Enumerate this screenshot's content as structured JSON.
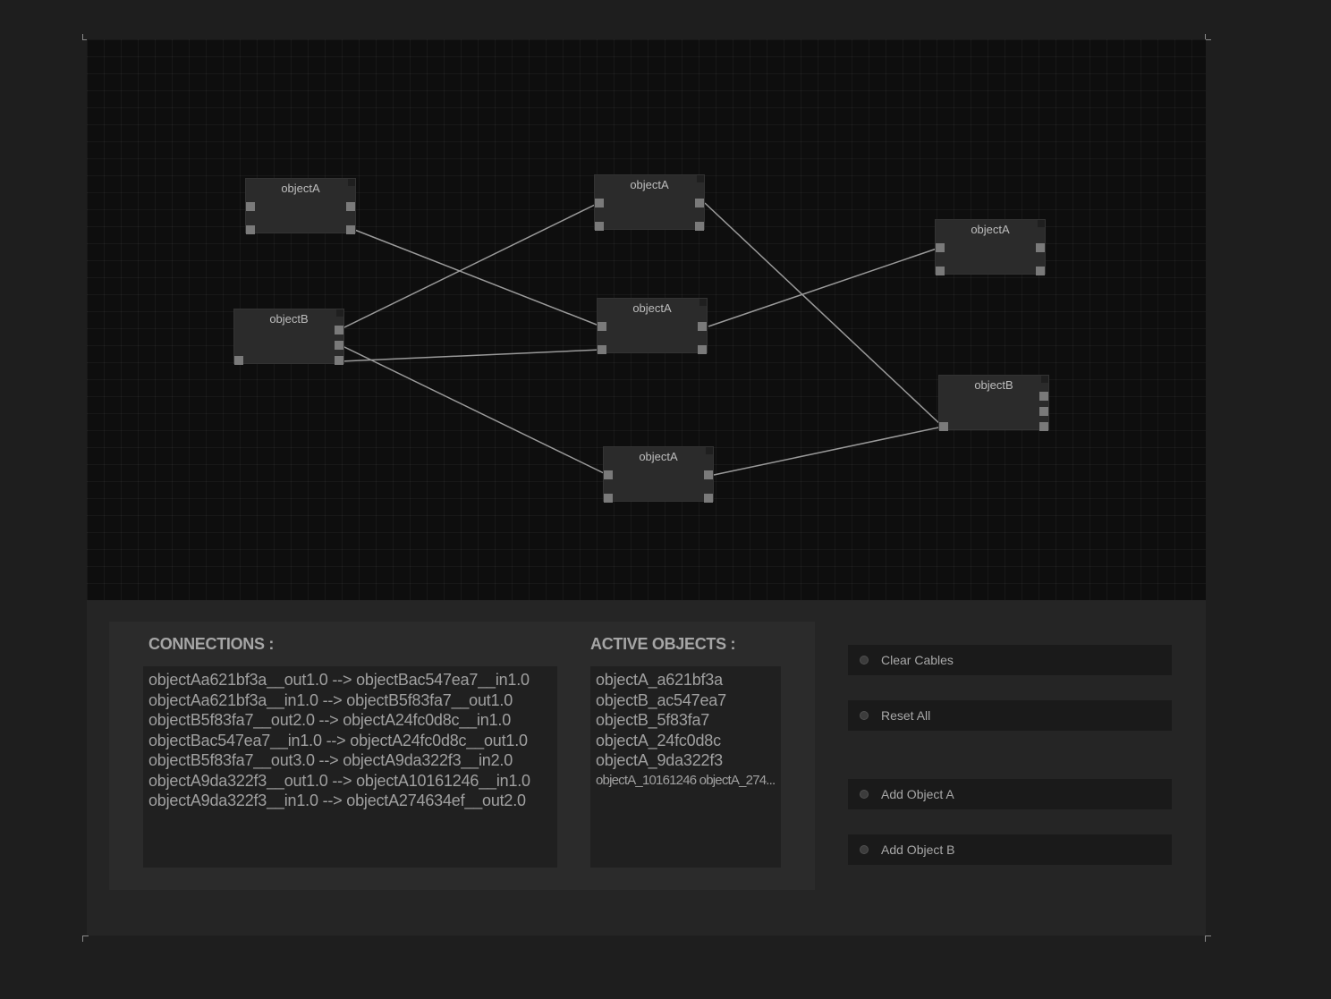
{
  "canvas": {
    "nodes": [
      {
        "id": "n1",
        "title": "objectA"
      },
      {
        "id": "n2",
        "title": "objectB"
      },
      {
        "id": "n3",
        "title": "objectA"
      },
      {
        "id": "n4",
        "title": "objectA"
      },
      {
        "id": "n5",
        "title": "objectA"
      },
      {
        "id": "n6",
        "title": "objectA"
      },
      {
        "id": "n7",
        "title": "objectB"
      }
    ]
  },
  "connections_panel": {
    "heading": "CONNECTIONS :",
    "items": [
      "objectAa621bf3a__out1.0 --> objectBac547ea7__in1.0",
      "objectAa621bf3a__in1.0 --> objectB5f83fa7__out1.0",
      "objectB5f83fa7__out2.0 --> objectA24fc0d8c__in1.0",
      "objectBac547ea7__in1.0 --> objectA24fc0d8c__out1.0",
      "objectB5f83fa7__out3.0 --> objectA9da322f3__in2.0",
      "objectA9da322f3__out1.0 --> objectA10161246__in1.0",
      "objectA9da322f3__in1.0 --> objectA274634ef__out2.0"
    ]
  },
  "active_objects_panel": {
    "heading": "ACTIVE OBJECTS :",
    "items": [
      "objectA_a621bf3a",
      "objectB_ac547ea7",
      "objectB_5f83fa7",
      "objectA_24fc0d8c",
      "objectA_9da322f3"
    ],
    "overflow_line": "objectA_10161246 objectA_274..."
  },
  "buttons": {
    "clear_cables": "Clear Cables",
    "reset_all": "Reset All",
    "add_object_a": "Add Object A",
    "add_object_b": "Add Object B"
  }
}
